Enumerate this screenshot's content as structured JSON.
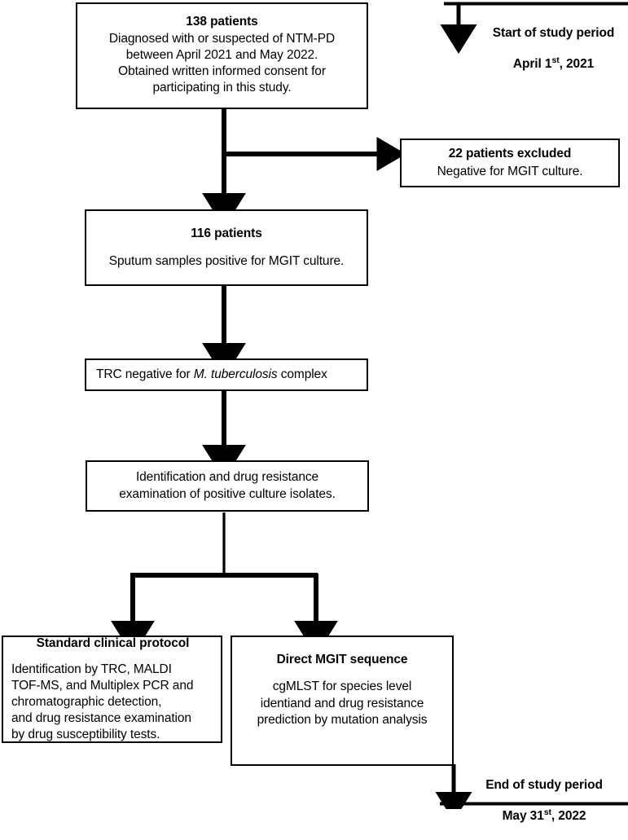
{
  "figure": {
    "type": "flowchart",
    "title": "Patient enrollment and study workflow"
  },
  "boxes": {
    "enrollment": {
      "title": "138 patients",
      "body": "Diagnosed with or suspected of NTM-PD\nbetween April 2021 and May 2022.\nObtained written informed consent for\nparticipating in this study."
    },
    "excluded": {
      "title": "22 patients excluded",
      "body": "Negative for MGIT culture."
    },
    "positive": {
      "title": "116 patients",
      "body": "Sputum samples positive for MGIT culture."
    },
    "trc": {
      "body_pre": "TRC negative for ",
      "body_italic": "M. tuberculosis",
      "body_post": " complex"
    },
    "identification": {
      "body": "Identification and drug resistance\nexamination of positive culture isolates."
    },
    "standard_protocol": {
      "title": "Standard clinical protocol",
      "body": "Identification by TRC, MALDI\nTOF-MS, and Multiplex PCR and\nchromatographic detection,\nand drug resistance examination\nby drug susceptibility tests."
    },
    "direct_sequence": {
      "title": "Direct MGIT sequence",
      "body": "cgMLST for species level\nidentiand and drug resistance\nprediction by mutation analysis"
    }
  },
  "notes": {
    "start": {
      "line1": "Start of study period",
      "line2_pre": "April 1",
      "line2_sup": "st",
      "line2_post": ", 2021"
    },
    "end": {
      "line1": "End of study period",
      "line2_pre": "May 31",
      "line2_sup": "st",
      "line2_post": ", 2022"
    }
  },
  "colors": {
    "stroke": "#000000",
    "background": "#ffffff"
  }
}
